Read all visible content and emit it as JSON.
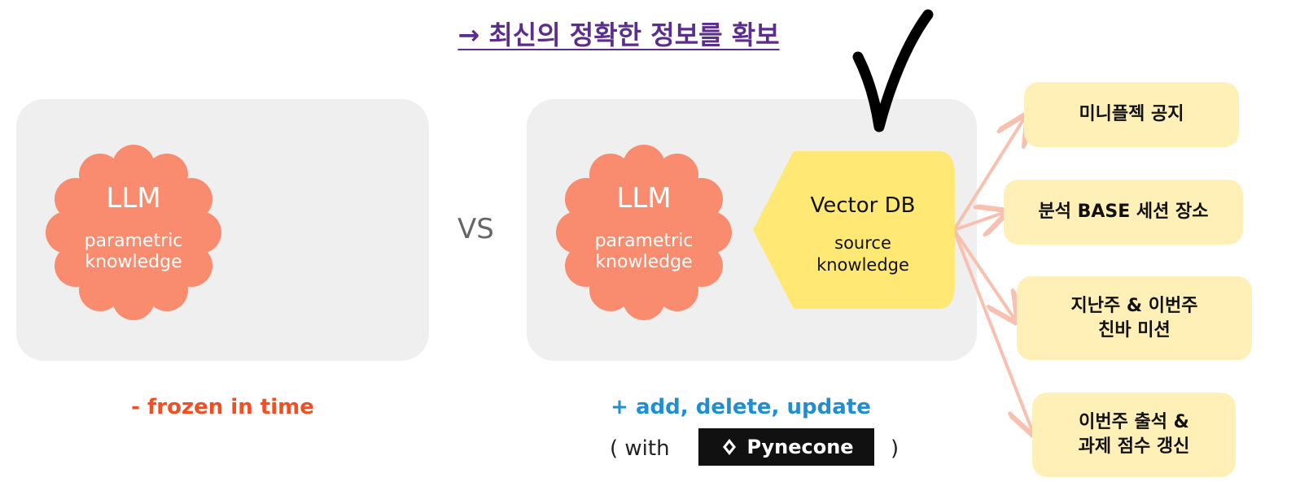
{
  "headline": "→ 최신의 정확한 정보를 확보",
  "left_panel": {
    "llm_title": "LLM",
    "llm_subtitle": "parametric\nknowledge"
  },
  "vs_label": "VS",
  "right_panel": {
    "llm_title": "LLM",
    "llm_subtitle": "parametric\nknowledge",
    "vector_db_title": "Vector DB",
    "vector_db_subtitle": "source\nknowledge"
  },
  "sources": [
    {
      "label": "미니플젝 공지"
    },
    {
      "label": "분석 BASE 세션 장소"
    },
    {
      "label": "지난주 & 이번주\n친바 미션"
    },
    {
      "label": "이번주 출석 &\n과제 점수 갱신"
    }
  ],
  "frozen_label": "- frozen in time",
  "update_label": "+ add, delete, update",
  "with_open": "( with",
  "with_close": ")",
  "pinecone_label": "Pynecone",
  "colors": {
    "headline": "#5b2d8e",
    "cloud": "#f98c6f",
    "vector_db": "#ffe873",
    "source_box": "#fff0b8",
    "arrow": "#f8c0ae",
    "frozen": "#f04e23",
    "update": "#1f8fd1",
    "checkmark": "#000000"
  },
  "icons": {
    "checkmark": "checkmark-icon",
    "pinecone": "pinecone-logo-icon"
  }
}
